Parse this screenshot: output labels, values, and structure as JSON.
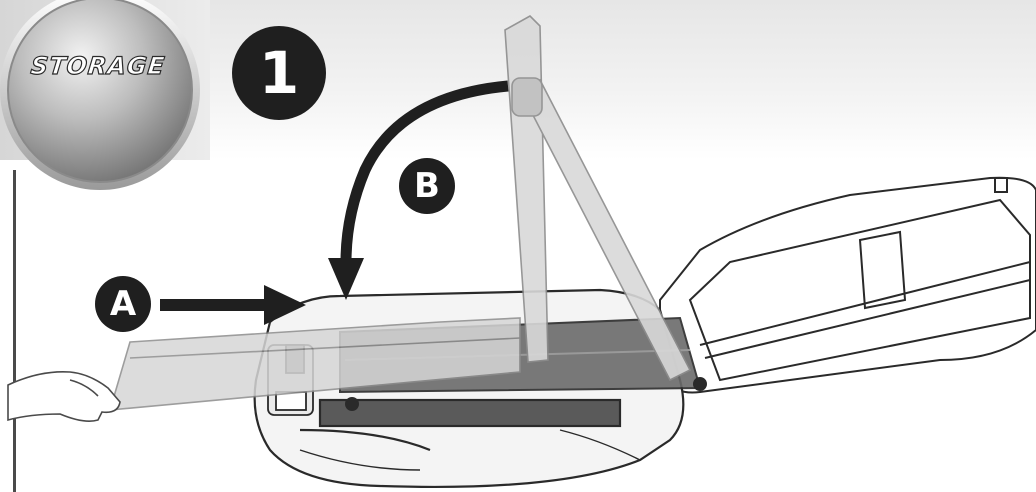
{
  "section_badge": {
    "label": "STORAGE"
  },
  "step": {
    "number": "1"
  },
  "callouts": {
    "a": "A",
    "b": "B"
  },
  "colors": {
    "marker": "#1f1f1f",
    "panel": "#6b6b6b",
    "ink": "#2a2a2a"
  },
  "icons": [
    "storage-badge",
    "fold-arrow-icon",
    "slide-arrow-icon",
    "hand-icon",
    "console-icon"
  ]
}
